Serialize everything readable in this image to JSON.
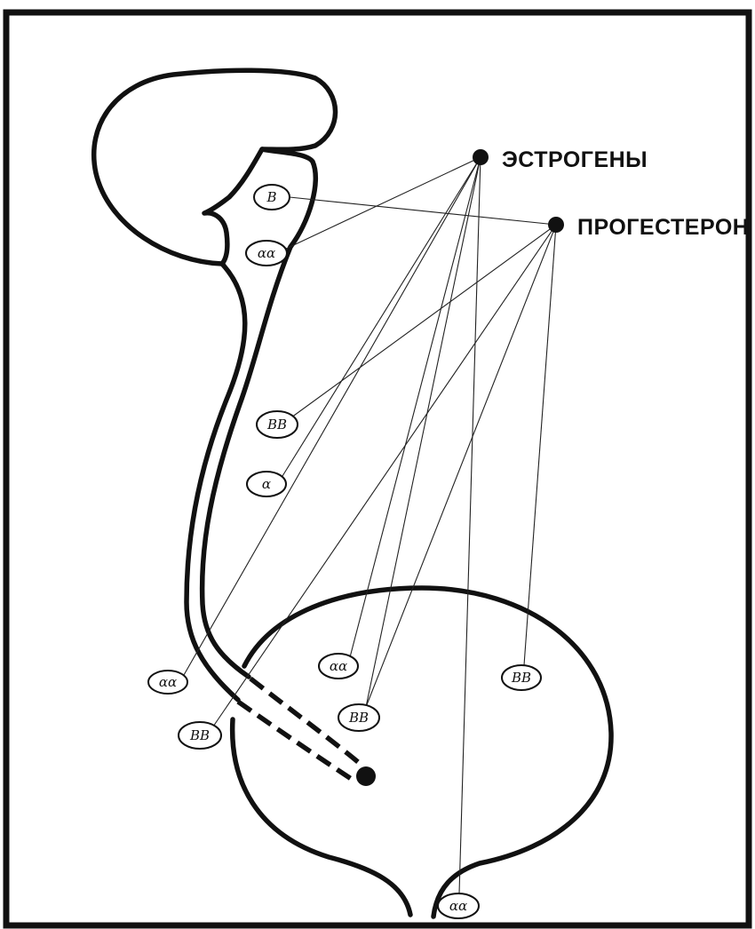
{
  "hubs": {
    "estrogens": {
      "label": "ЭСТРОГЕНЫ"
    },
    "progesterone": {
      "label": "ПРОГЕСТЕРОН"
    }
  },
  "receptors": [
    {
      "id": "r1",
      "label": "B",
      "kind": "beta",
      "count": 1
    },
    {
      "id": "r2",
      "label": "αα",
      "kind": "alpha",
      "count": 2
    },
    {
      "id": "r3",
      "label": "BB",
      "kind": "beta",
      "count": 2
    },
    {
      "id": "r4",
      "label": "α",
      "kind": "alpha",
      "count": 1
    },
    {
      "id": "r5",
      "label": "αα",
      "kind": "alpha",
      "count": 2
    },
    {
      "id": "r6",
      "label": "BB",
      "kind": "beta",
      "count": 2
    },
    {
      "id": "r7",
      "label": "αα",
      "kind": "alpha",
      "count": 2
    },
    {
      "id": "r8",
      "label": "BB",
      "kind": "beta",
      "count": 2
    },
    {
      "id": "r9",
      "label": "BB",
      "kind": "beta",
      "count": 2
    },
    {
      "id": "r10",
      "label": "αα",
      "kind": "alpha",
      "count": 2
    }
  ],
  "connections": [
    {
      "from": "estrogens",
      "to": "r2"
    },
    {
      "from": "estrogens",
      "to": "r4"
    },
    {
      "from": "estrogens",
      "to": "r5"
    },
    {
      "from": "estrogens",
      "to": "r7"
    },
    {
      "from": "estrogens",
      "to": "r8"
    },
    {
      "from": "estrogens",
      "to": "r10"
    },
    {
      "from": "progesterone",
      "to": "r1"
    },
    {
      "from": "progesterone",
      "to": "r3"
    },
    {
      "from": "progesterone",
      "to": "r6"
    },
    {
      "from": "progesterone",
      "to": "r8"
    },
    {
      "from": "progesterone",
      "to": "r9"
    }
  ]
}
